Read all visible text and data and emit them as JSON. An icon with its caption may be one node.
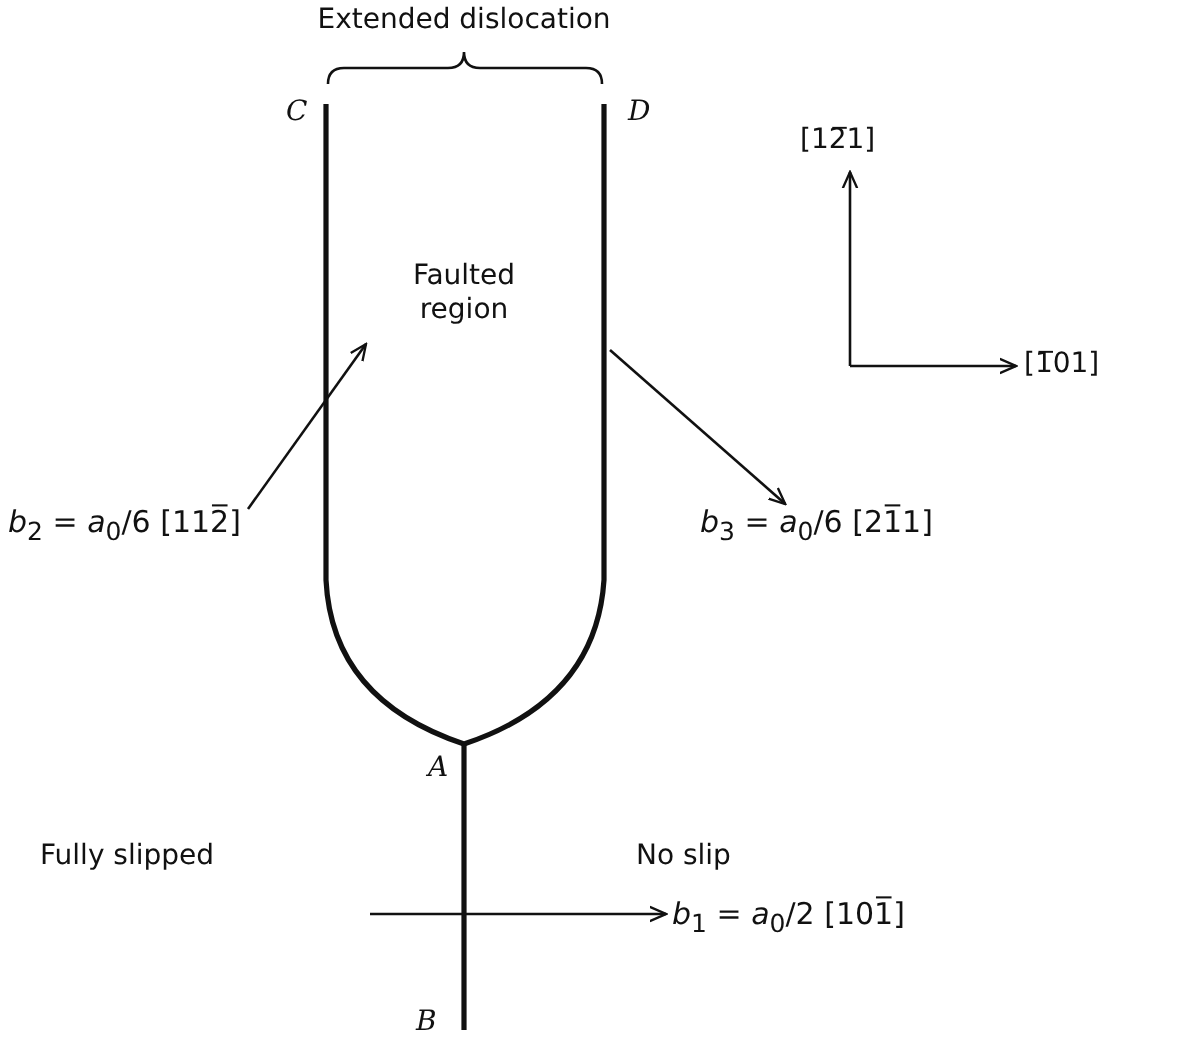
{
  "diagram": {
    "nodes": [
      {
        "text": [
          "*b*$_{2}$ = *a*$_{0}$/6 [112̅]"
        ]
      },
      {
        "text": [
          "*b*$_{3}$ = *a*$_{0}$/6 [21̅1]"
        ]
      },
      {
        "text": [
          "*b*$_{1}$ = *a*$_{0}$/2 [101̅]"
        ]
      }
    ],
    "edges": [
      {
        "from": 0,
        "to": null,
        "arrow": "to"
      },
      {
        "from": null,
        "to": 1,
        "arrow": "to"
      },
      {
        "from": null,
        "to": 2,
        "arrow": "to"
      }
    ],
    "labels": [
      "Extended dislocation",
      "C",
      "D",
      "Faulted region",
      "[12̅1]",
      "[1̅01]",
      "A",
      "Fully slipped",
      "No slip",
      "B"
    ]
  }
}
